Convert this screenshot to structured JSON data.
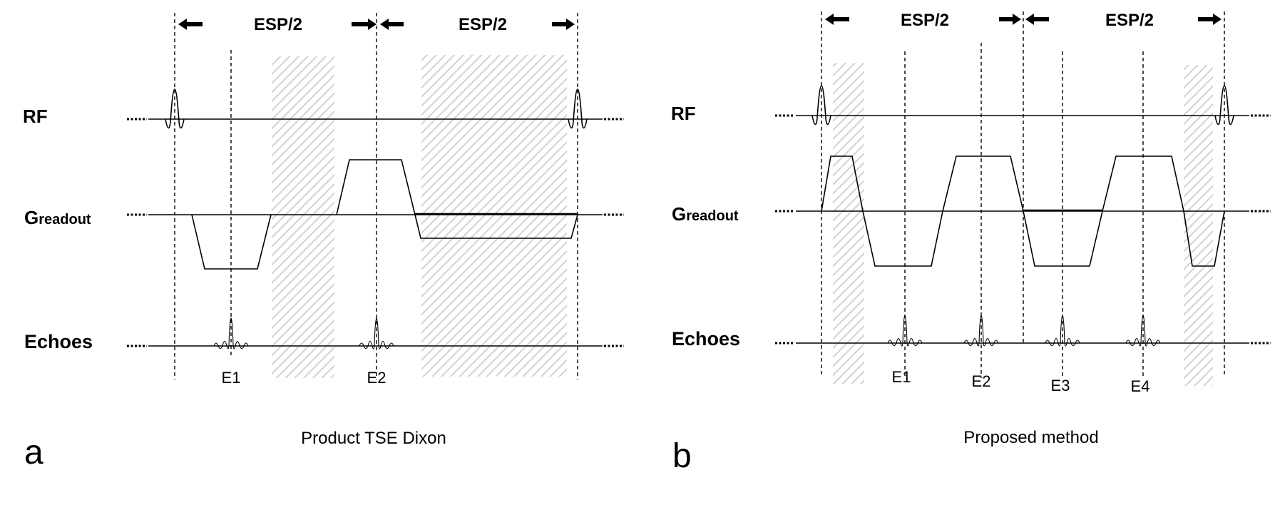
{
  "panel_a": {
    "letter": "a",
    "caption": "Product TSE Dixon",
    "esp_labels": [
      "ESP/2",
      "ESP/2"
    ],
    "row_labels": {
      "rf": "RF",
      "gradient_main": "G",
      "gradient_sub": "readout",
      "echoes": "Echoes"
    },
    "echo_labels": [
      "E1",
      "E2"
    ]
  },
  "panel_b": {
    "letter": "b",
    "caption": "Proposed method",
    "esp_labels": [
      "ESP/2",
      "ESP/2"
    ],
    "row_labels": {
      "rf": "RF",
      "gradient_main": "G",
      "gradient_sub": "readout",
      "echoes": "Echoes"
    },
    "echo_labels": [
      "E1",
      "E2",
      "E3",
      "E4"
    ]
  },
  "colors": {
    "ink": "#000000",
    "hatch": "#d2d2d2",
    "background": "#ffffff"
  }
}
